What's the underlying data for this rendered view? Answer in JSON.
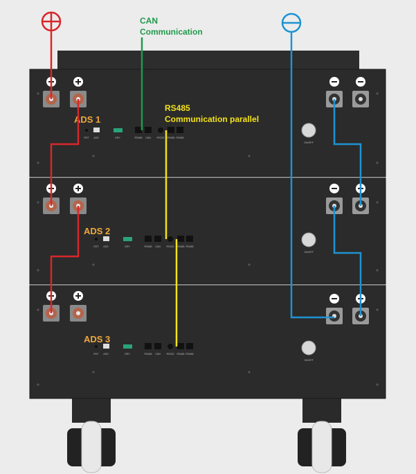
{
  "title_can": [
    "CAN",
    "Communication"
  ],
  "title_rs485": [
    "RS485",
    "Communication parallel"
  ],
  "positive_symbol": "⊕",
  "negative_symbol": "⊖",
  "modules": [
    {
      "name": "ADS 1"
    },
    {
      "name": "ADS 2"
    },
    {
      "name": "ADS 3"
    }
  ],
  "port_labels": [
    "RST",
    "ADS",
    "DRY",
    "RS485",
    "CAN",
    "RS232",
    "RS485",
    "RS485"
  ],
  "switch_label": "ON/OFF",
  "colors": {
    "positive": "#d9262b",
    "negative": "#1e93d2",
    "can": "#1f9a4b",
    "rs485": "#f4e21c",
    "label": "#f3a83b",
    "cabinet": "#2b2b2b"
  }
}
